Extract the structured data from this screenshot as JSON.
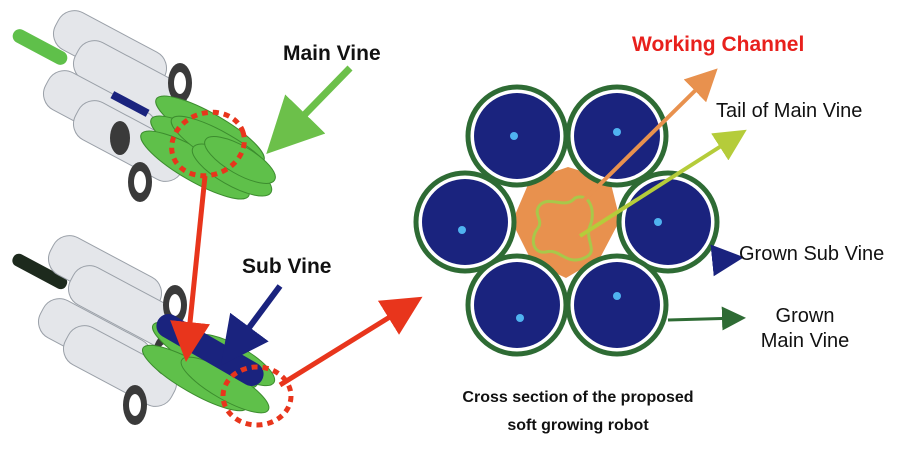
{
  "labels": {
    "main_vine": "Main Vine",
    "sub_vine": "Sub Vine",
    "working_channel": "Working Channel",
    "tail_of_main_vine": "Tail of Main Vine",
    "grown_sub_vine": "Grown Sub Vine",
    "grown_main_vine_line1": "Grown",
    "grown_main_vine_line2": "Main Vine"
  },
  "caption": {
    "line1": "Cross section of the proposed",
    "line2": "soft growing robot"
  },
  "colors": {
    "vine_green": "#5fc04a",
    "sub_vine_navy": "#1a237e",
    "outer_ring": "#2e6b34",
    "working_channel_fill": "#e8914e",
    "tail_outline": "#a8c84a",
    "red_arrow": "#e8351c",
    "orange_arrow": "#e8914e",
    "label_red": "#e8201c"
  }
}
